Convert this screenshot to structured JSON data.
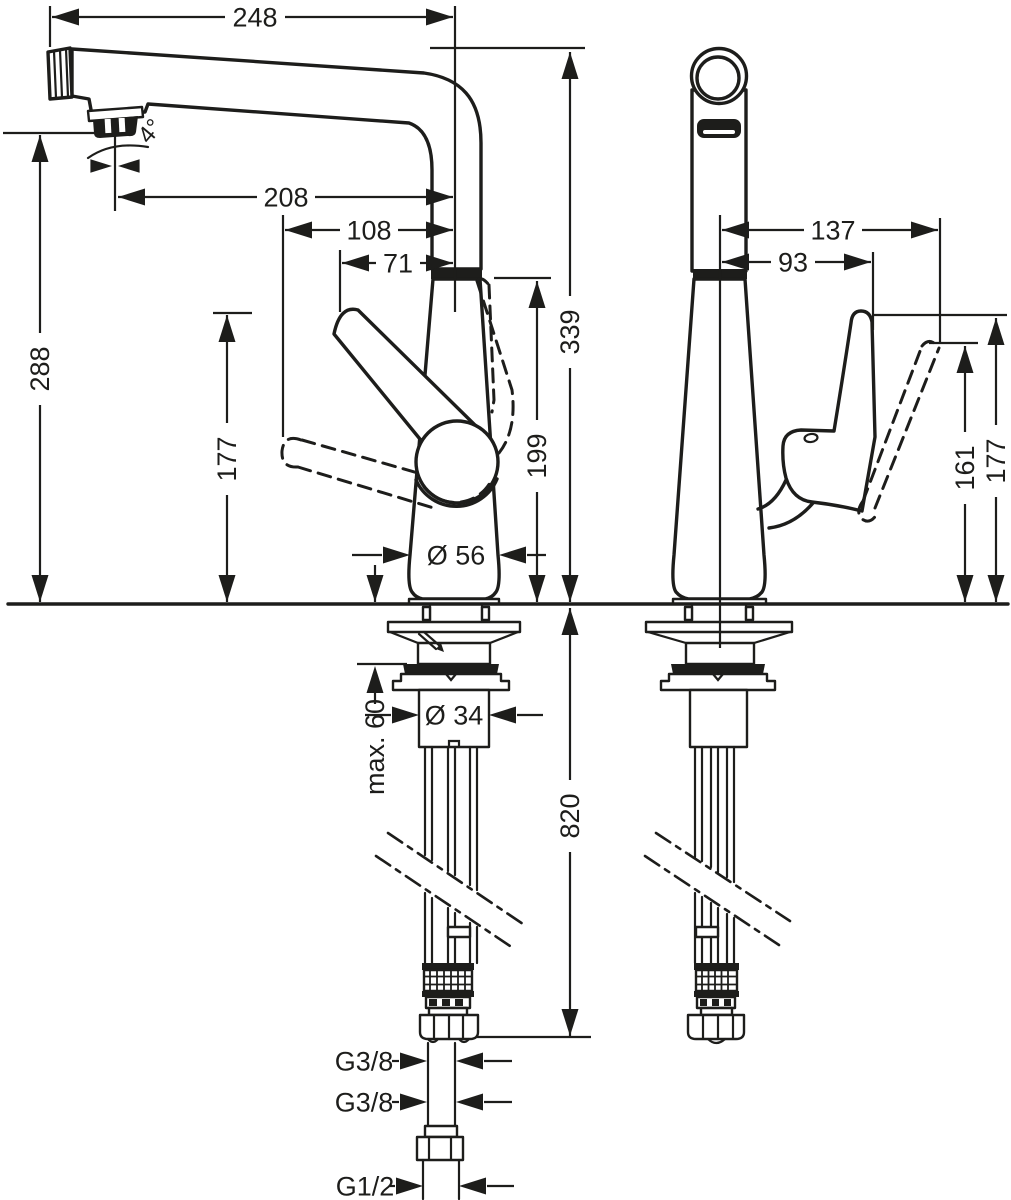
{
  "dimensions": {
    "left": {
      "overall_reach": "248",
      "spout_angle": "4°",
      "aerator_reach": "208",
      "lever_open_reach": "108",
      "lever_reach": "71",
      "aerator_height": "288",
      "lever_height": "177",
      "total_height": "339",
      "spout_joint_height": "199",
      "body_diameter": "Ø 56",
      "max_counter_thickness": "max. 60",
      "shank_diameter": "Ø 34",
      "hose_length": "820",
      "thread_top": "G3/8",
      "thread_mid": "G3/8",
      "thread_bottom": "G1/2"
    },
    "right": {
      "lever_open_offset": "137",
      "lever_offset": "93",
      "lever_open_height": "161",
      "lever_height": "177"
    }
  }
}
